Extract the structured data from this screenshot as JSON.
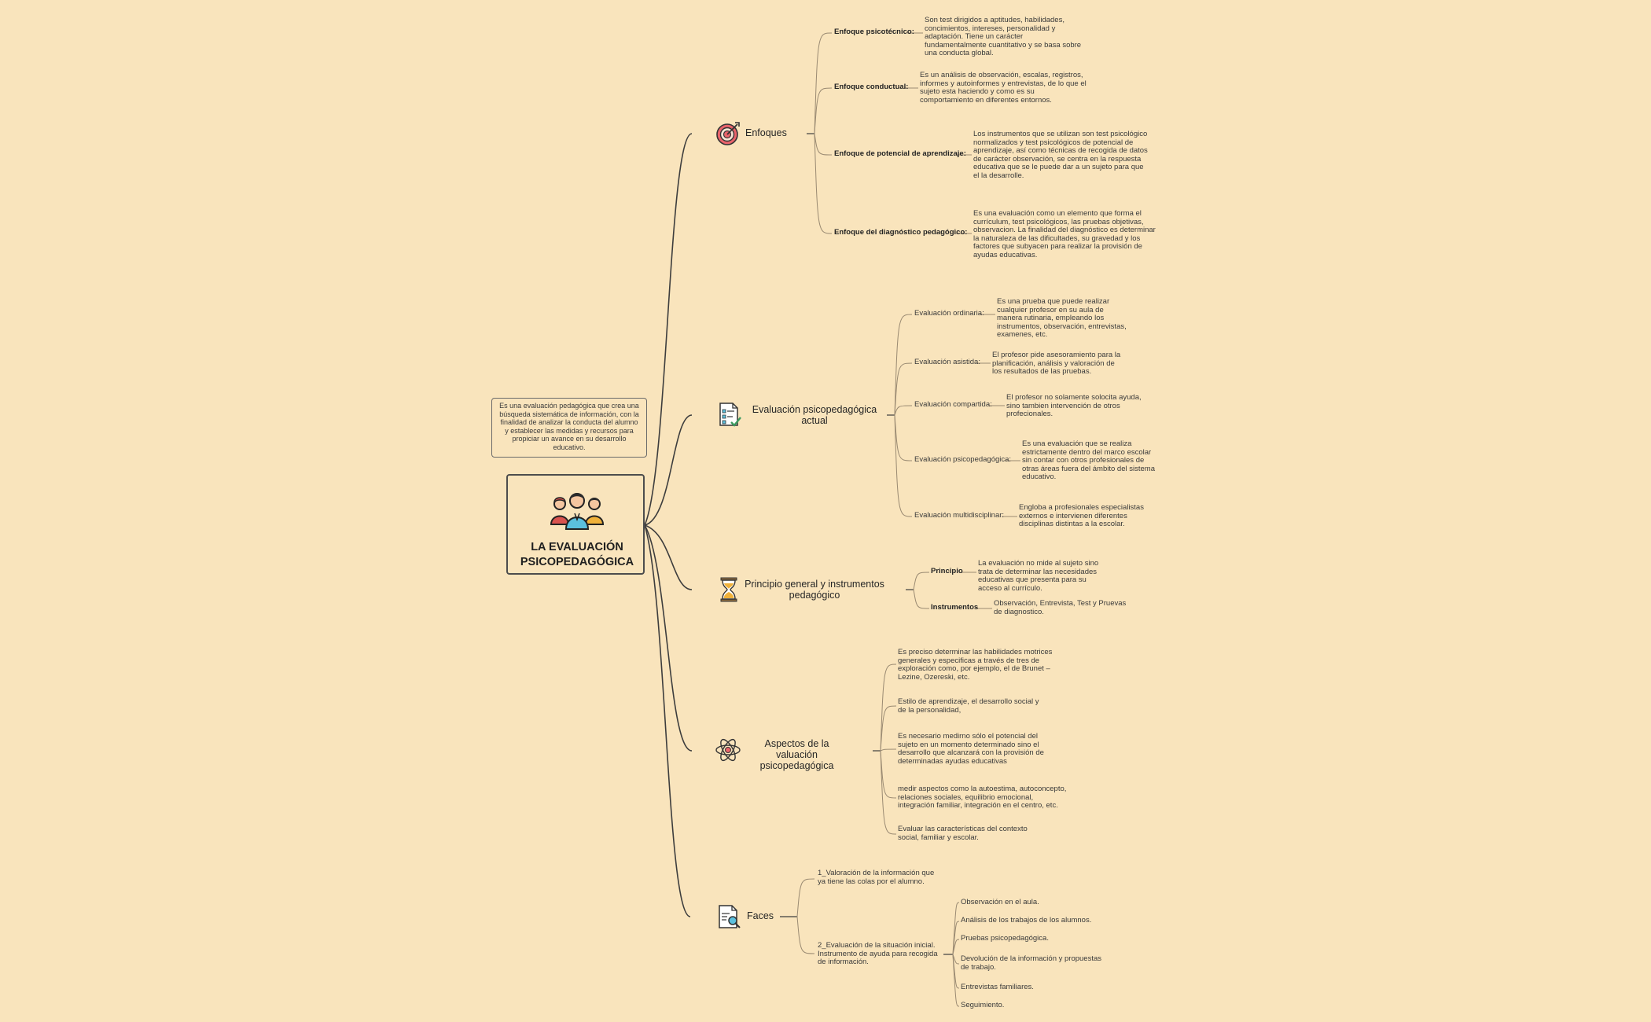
{
  "root": {
    "title": "LA EVALUACIÓN PSICOPEDAGÓGICA",
    "icon": "people-group-icon",
    "note": "Es una evaluación pedagógica que crea una búsqueda sistemática de información, con la finalidad de analizar la conducta del alumno y establecer las medidas y recursos para propiciar un avance en su desarrollo educativo."
  },
  "branches": {
    "enfoques": {
      "label": "Enfoques",
      "icon": "target-icon",
      "items": [
        {
          "label": "Enfoque psicotécnico:",
          "text": "Son test dirigidos a aptitudes, habilidades, concimientos, intereses, personalidad y adaptación. Tiene un carácter fundamentalmente cuantitativo y se basa sobre una conducta global."
        },
        {
          "label": "Enfoque conductual:",
          "text": "Es un análisis de observación, escalas, registros, informes y autoinformes y entrevistas, de lo que el sujeto esta haciendo y como es su comportamiento en diferentes entornos."
        },
        {
          "label": "Enfoque de potencial de aprendizaje:",
          "text": "Los instrumentos que se utilizan son test psicológico normalizados y test psicológicos de potencial de aprendizaje, así como técnicas de recogida de datos de carácter observación, se centra en la respuesta educativa que se le puede dar a un sujeto para que el la desarrolle."
        },
        {
          "label": "Enfoque del diagnóstico pedagógico:",
          "text": "Es una evaluación como un elemento que forma el currículum, test psicológicos, las pruebas objetivas, observacion. La finalidad del diagnóstico es determinar la naturaleza de las dificultades, su gravedad y los factores que subyacen para realizar la provisión de ayudas educativas."
        }
      ]
    },
    "evaluacion": {
      "label": "Evaluación psicopedagógica actual",
      "icon": "checklist-icon",
      "items": [
        {
          "label": "Evaluación ordinaria:",
          "text": "Es una prueba que puede realizar cualquier profesor en su aula de manera rutinaria, empleando los instrumentos, observación, entrevistas, examenes, etc."
        },
        {
          "label": "Evaluación asistida:",
          "text": "El profesor pide asesoramiento para la planificación, análisis y valoración de los resultados de las pruebas."
        },
        {
          "label": "Evaluación compartida:",
          "text": "El profesor no solamente solocita ayuda, sino tambien intervención de otros profecionales."
        },
        {
          "label": "Evaluación psicopedagógica:",
          "text": "Es una evaluación que se realiza estrictamente dentro del marco escolar sin contar con otros profesionales de otras áreas fuera del ámbito del sistema educativo."
        },
        {
          "label": "Evaluación multidisciplinar:",
          "text": "Engloba a profesionales especialistas externos e intervienen diferentes disciplinas distintas a la escolar."
        }
      ]
    },
    "principio": {
      "label": "Principio general y instrumentos pedagógico",
      "icon": "hourglass-icon",
      "items": [
        {
          "label": "Principio",
          "text": "La evaluación no mide al sujeto sino trata de determinar las necesidades educativas que presenta para su acceso al currículo."
        },
        {
          "label": "Instrumentos",
          "text": "Observación, Entrevista, Test y Pruevas de diagnostico."
        }
      ]
    },
    "aspectos": {
      "label": "Aspectos de la valuación psicopedagógica",
      "icon": "atom-icon",
      "items": [
        "Es preciso determinar las habilidades motrices generales y especificas a través de tres de exploración como, por ejemplo, el de Brunet – Lezine, Ozereski, etc.",
        "Estilo de aprendizaje, el desarrollo social y de la personalidad,",
        "Es necesario medirno sólo el potencial del sujeto en un momento determinado sino el desarrollo que alcanzará con la provisión de determinadas ayudas educativas",
        "medir aspectos como la autoestima, autoconcepto, relaciones sociales, equilibrio emocional, integración familiar, integración en el centro, etc.",
        "Evaluar las características del contexto social, familiar y escolar."
      ]
    },
    "faces": {
      "label": "Faces",
      "icon": "document-search-icon",
      "items": [
        "1_Valoración de la información que ya tiene las colas por el alumno.",
        "2_Evaluación de la situación inicial. Instrumento de ayuda para recogida de información."
      ],
      "subitems": [
        "Observación en el aula.",
        "Análisis de los trabajos de los alumnos.",
        "Pruebas psicopedagógica.",
        "Devolución de la información y propuestas de trabajo.",
        "Entrevistas familiares.",
        "Seguimiento."
      ]
    }
  }
}
